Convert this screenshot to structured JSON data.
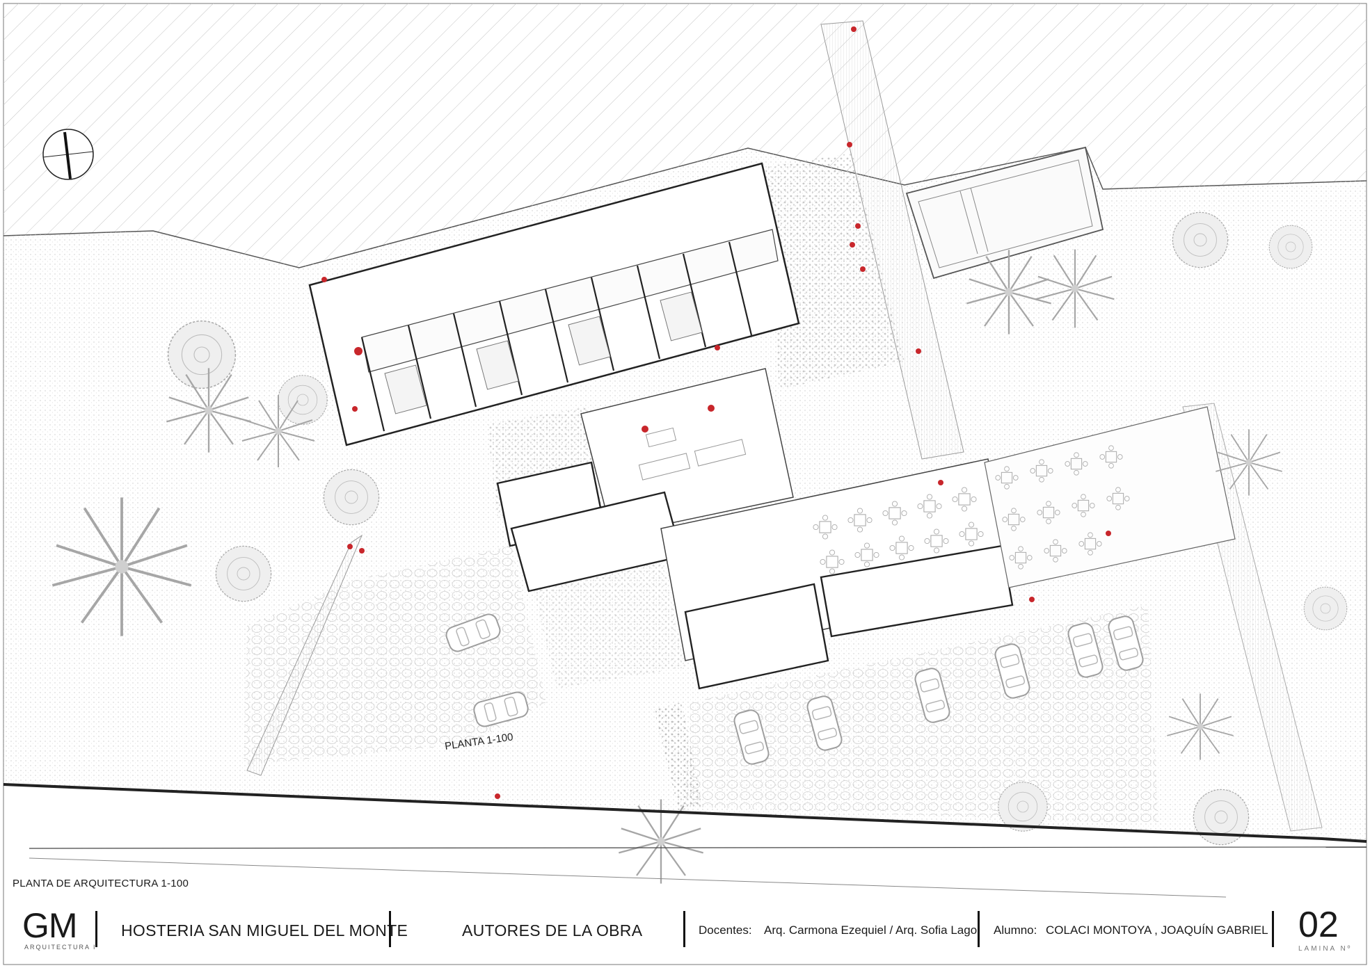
{
  "drawing": {
    "plan_label": "PLANTA 1-100"
  },
  "title_block": {
    "caption": "PLANTA DE ARQUITECTURA 1-100",
    "logo": "GM",
    "logo_subtitle": "ARQUITECTURA I",
    "project_title": "HOSTERIA SAN MIGUEL DEL MONTE",
    "authors_heading": "AUTORES DE LA OBRA",
    "docentes_label": "Docentes:",
    "docentes_value": "Arq. Carmona Ezequiel / Arq. Sofia Lago",
    "alumno_label": "Alumno:",
    "alumno_value": "COLACI MONTOYA , JOAQUÍN GABRIEL",
    "sheet_number": "02",
    "sheet_label": "LAMINA Nº"
  },
  "colors": {
    "line": "#1a1a1a",
    "figure_accent": "#c8262b",
    "vegetation": "#9a9a9a",
    "paving": "#cfcfcf"
  }
}
